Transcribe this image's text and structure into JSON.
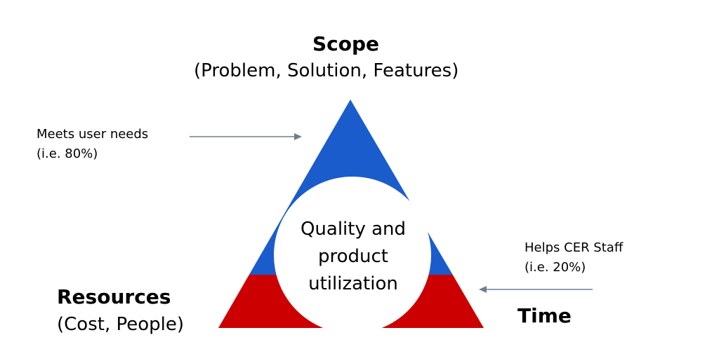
{
  "scope": {
    "title": "Scope",
    "subtitle": "(Problem, Solution, Features)"
  },
  "resources": {
    "title": "Resources",
    "subtitle": "(Cost, People)"
  },
  "time": {
    "title": "Time"
  },
  "center": {
    "lines": [
      "Quality and",
      "product",
      "utilization"
    ]
  },
  "notes": {
    "user": {
      "line1": "Meets user needs",
      "line2": "(i.e. 80%)"
    },
    "staff": {
      "line1": "Helps CER Staff",
      "line2": "(i.e. 20%)"
    }
  },
  "colors": {
    "top": "#1a5ccc",
    "bottom": "#cc0000",
    "circle": "#ffffff",
    "arrow": "#6e7f8e"
  }
}
